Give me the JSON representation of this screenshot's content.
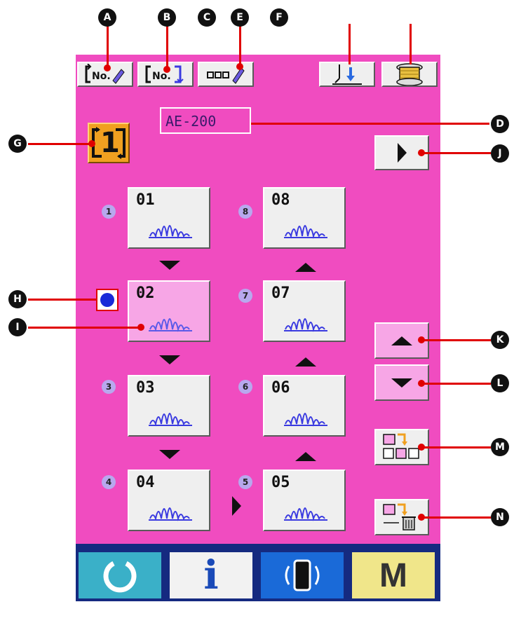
{
  "header": {
    "pattern_name": "AE-200",
    "buttons": [
      {
        "label": "No.",
        "icon": "new-pattern-icon"
      },
      {
        "label": "No.",
        "icon": "copy-pattern-icon"
      },
      {
        "label": "",
        "icon": "name-edit-icon"
      },
      {
        "label": "",
        "icon": "presser-lower-icon"
      },
      {
        "label": "",
        "icon": "bobbin-winder-icon"
      }
    ]
  },
  "cycle": {
    "number": "1"
  },
  "steps": [
    {
      "seq": "1",
      "pattern": "01"
    },
    {
      "seq": "",
      "pattern": "02"
    },
    {
      "seq": "3",
      "pattern": "03"
    },
    {
      "seq": "4",
      "pattern": "04"
    },
    {
      "seq": "5",
      "pattern": "05"
    },
    {
      "seq": "6",
      "pattern": "06"
    },
    {
      "seq": "7",
      "pattern": "07"
    },
    {
      "seq": "8",
      "pattern": "08"
    }
  ],
  "callouts": [
    "A",
    "B",
    "C",
    "E",
    "F",
    "D",
    "G",
    "J",
    "H",
    "I",
    "K",
    "L",
    "M",
    "N"
  ],
  "footer": {
    "info_label": "i",
    "mode_label": "M"
  },
  "colors": {
    "screen": "#f04cc0",
    "footer": "#152a80",
    "callout_line": "#e00000",
    "cycle_button": "#f0a020"
  }
}
